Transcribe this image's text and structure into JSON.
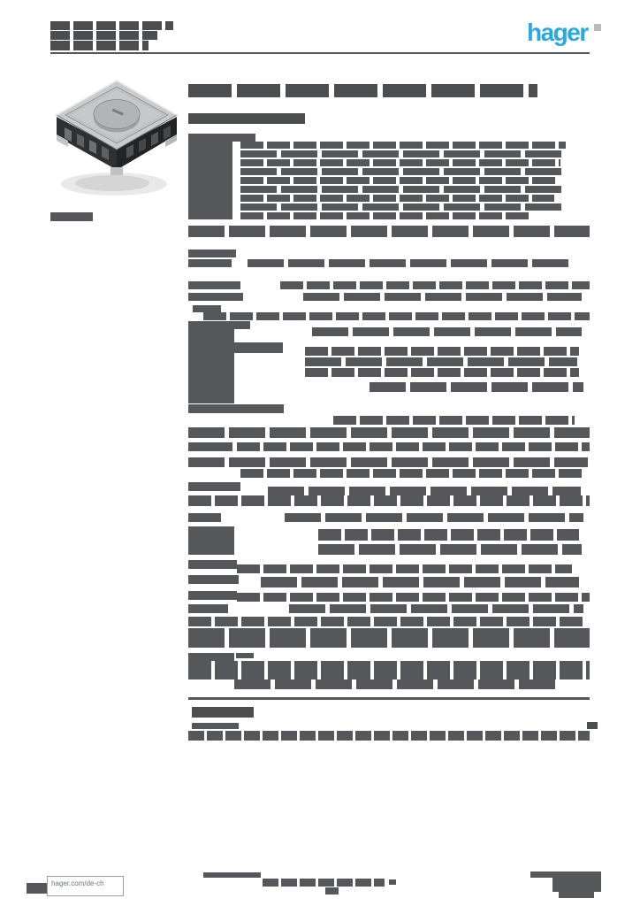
{
  "page": {
    "kind": "product-datasheet-page",
    "background": "#ffffff",
    "note": "all body copy on the page is rendered illegibly (greeked gray bars); only the logo and footer URL are legible"
  },
  "brand": {
    "logo_text": "hager",
    "logo_color": "#29a9e0"
  },
  "footer": {
    "site_url": "hager.com/de-ch"
  },
  "colors": {
    "page_bg": "#ffffff",
    "text_gray": "#55575a",
    "dark_gray": "#4b4d4f",
    "light_gray": "#97999b",
    "brand_blue": "#29a9e0"
  },
  "product_image": {
    "description": "isometric render of a square floor-box with round cover",
    "top_face": "#c9cbcd",
    "inner_plate": "#c6c8ca",
    "cover_circle": "#b2b4b6",
    "base_dark": "#2e3032"
  },
  "redacted_bars": [
    [
      57,
      24,
      139,
      10,
      "gd"
    ],
    [
      57,
      35,
      121,
      10,
      "gd"
    ],
    [
      57,
      46,
      111,
      11,
      "gd"
    ],
    [
      57,
      59,
      610,
      2,
      ""
    ],
    [
      213,
      95,
      395,
      15,
      "gt"
    ],
    [
      213,
      128,
      132,
      12,
      "d"
    ],
    [
      213,
      151,
      76,
      9,
      ""
    ],
    [
      57,
      240,
      48,
      10,
      ""
    ],
    [
      213,
      160,
      50,
      88,
      ""
    ],
    [
      272,
      160,
      368,
      8,
      "g1"
    ],
    [
      272,
      170,
      366,
      8,
      "g2"
    ],
    [
      272,
      180,
      362,
      8,
      "g1"
    ],
    [
      272,
      190,
      368,
      8,
      "g2"
    ],
    [
      272,
      200,
      360,
      8,
      "g1"
    ],
    [
      272,
      210,
      363,
      8,
      "g2"
    ],
    [
      272,
      220,
      355,
      8,
      "g1"
    ],
    [
      272,
      230,
      368,
      8,
      "g2"
    ],
    [
      272,
      240,
      330,
      8,
      "g1"
    ],
    [
      213,
      255,
      454,
      13,
      "g2"
    ],
    [
      213,
      282,
      54,
      9,
      ""
    ],
    [
      213,
      293,
      49,
      9,
      ""
    ],
    [
      280,
      293,
      368,
      9,
      "g2"
    ],
    [
      213,
      318,
      59,
      9,
      ""
    ],
    [
      317,
      318,
      350,
      9,
      "g1"
    ],
    [
      213,
      331,
      62,
      9,
      ""
    ],
    [
      343,
      331,
      315,
      9,
      "g2"
    ],
    [
      218,
      345,
      32,
      8,
      ""
    ],
    [
      230,
      353,
      437,
      9,
      "g1"
    ],
    [
      213,
      363,
      70,
      9,
      ""
    ],
    [
      353,
      370,
      305,
      10,
      "g2"
    ],
    [
      213,
      370,
      52,
      86,
      ""
    ],
    [
      215,
      387,
      105,
      12,
      ""
    ],
    [
      345,
      392,
      310,
      10,
      "g1"
    ],
    [
      345,
      404,
      308,
      10,
      "g2"
    ],
    [
      345,
      416,
      310,
      10,
      "g1"
    ],
    [
      418,
      432,
      242,
      11,
      "g2"
    ],
    [
      213,
      457,
      108,
      10,
      ""
    ],
    [
      377,
      470,
      273,
      10,
      "g1"
    ],
    [
      213,
      483,
      454,
      12,
      "g2"
    ],
    [
      213,
      500,
      50,
      10,
      ""
    ],
    [
      268,
      500,
      399,
      10,
      "g1"
    ],
    [
      213,
      517,
      452,
      11,
      "g2"
    ],
    [
      272,
      530,
      388,
      10,
      "g1"
    ],
    [
      213,
      545,
      59,
      10,
      ""
    ],
    [
      303,
      550,
      354,
      10,
      "g2"
    ],
    [
      213,
      560,
      454,
      12,
      "g1"
    ],
    [
      213,
      580,
      37,
      10,
      ""
    ],
    [
      322,
      580,
      338,
      10,
      "g2"
    ],
    [
      213,
      595,
      52,
      32,
      ""
    ],
    [
      360,
      598,
      295,
      13,
      "g1"
    ],
    [
      360,
      615,
      298,
      12,
      "g2"
    ],
    [
      213,
      633,
      55,
      10,
      ""
    ],
    [
      268,
      638,
      379,
      10,
      "g1"
    ],
    [
      213,
      650,
      57,
      10,
      ""
    ],
    [
      295,
      652,
      360,
      12,
      "g2"
    ],
    [
      213,
      668,
      55,
      10,
      ""
    ],
    [
      268,
      670,
      399,
      10,
      "g1"
    ],
    [
      213,
      683,
      45,
      10,
      ""
    ],
    [
      327,
      683,
      333,
      10,
      "g2"
    ],
    [
      213,
      697,
      447,
      11,
      "g1"
    ],
    [
      213,
      710,
      454,
      22,
      "g2"
    ],
    [
      213,
      738,
      52,
      9,
      ""
    ],
    [
      267,
      738,
      20,
      6,
      ""
    ],
    [
      213,
      747,
      454,
      21,
      "g1"
    ],
    [
      265,
      768,
      367,
      11,
      "g2"
    ],
    [
      213,
      788,
      454,
      3,
      ""
    ],
    [
      217,
      799,
      70,
      12,
      "d"
    ],
    [
      217,
      817,
      53,
      7,
      ""
    ],
    [
      664,
      816,
      12,
      8,
      "d"
    ],
    [
      213,
      826,
      454,
      11,
      "g3"
    ],
    [
      30,
      998,
      23,
      12,
      ""
    ],
    [
      230,
      986,
      65,
      6,
      ""
    ],
    [
      297,
      993,
      138,
      9,
      "g3"
    ],
    [
      368,
      1003,
      15,
      8,
      ""
    ],
    [
      440,
      994,
      8,
      6,
      ""
    ],
    [
      600,
      985,
      25,
      7,
      ""
    ],
    [
      625,
      985,
      55,
      23,
      ""
    ],
    [
      632,
      1008,
      40,
      7,
      ""
    ]
  ]
}
